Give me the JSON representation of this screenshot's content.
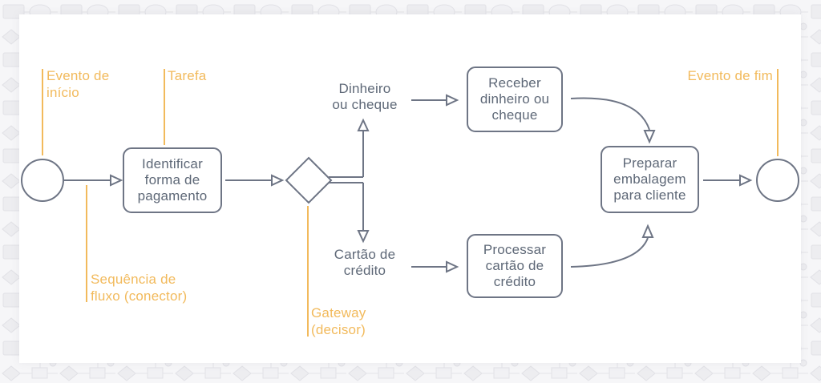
{
  "colors": {
    "diagram_stroke": "#6e7585",
    "diagram_text": "#5e6877",
    "annotation_yellow": "#f2ba5c",
    "panel_background": "#ffffff",
    "pattern_background": "#f6f6f8"
  },
  "diagram": {
    "nodes": {
      "start_event": {
        "type": "circle"
      },
      "task_identify": {
        "label": "Identificar forma de pagamento"
      },
      "gateway": {
        "type": "diamond"
      },
      "task_receive": {
        "label": "Receber dinheiro ou cheque"
      },
      "task_process": {
        "label": "Processar cartão de crédito"
      },
      "task_prepare": {
        "label": "Preparar embalagem para cliente"
      },
      "end_event": {
        "type": "circle"
      }
    },
    "branch_labels": {
      "cash": "Dinheiro ou cheque",
      "card": "Cartão de crédito"
    },
    "annotations": {
      "start_event": "Evento de início",
      "task": "Tarefa",
      "sequence_flow": "Sequência de fluxo (conector)",
      "gateway": "Gateway (decisor)",
      "end_event": "Evento de fim"
    }
  }
}
